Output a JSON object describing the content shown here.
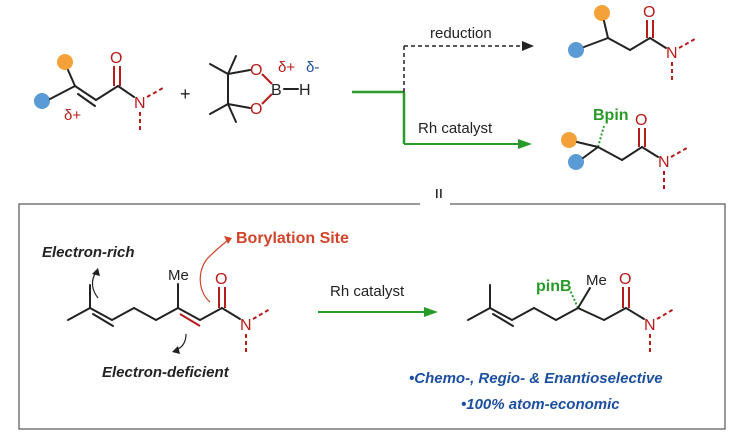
{
  "top": {
    "plus": "+",
    "delta_plus": "δ+",
    "delta_minus": "δ-",
    "B": "B",
    "H": "H",
    "O_label": "O",
    "N_label": "N",
    "reduction_label": "reduction",
    "rh_catalyst_label": "Rh catalyst",
    "bpin_label": "Bpin"
  },
  "retro_arrow": "⇓",
  "box": {
    "electron_rich": "Electron-rich",
    "electron_deficient": "Electron-deficient",
    "borylation_site": "Borylation Site",
    "me_label": "Me",
    "rh_catalyst_label": "Rh catalyst",
    "pinb_label": "pinB",
    "feature_1": "•Chemo-, Regio- & Enantioselective",
    "feature_2": "•100% atom-economic"
  },
  "colors": {
    "orange_dot": "#f4a13a",
    "blue_dot": "#5b9bd5",
    "red": "#b71c1c",
    "blue_text": "#1c4fa0",
    "green": "#2a9a2a",
    "olive_bond": "#8b6914"
  }
}
